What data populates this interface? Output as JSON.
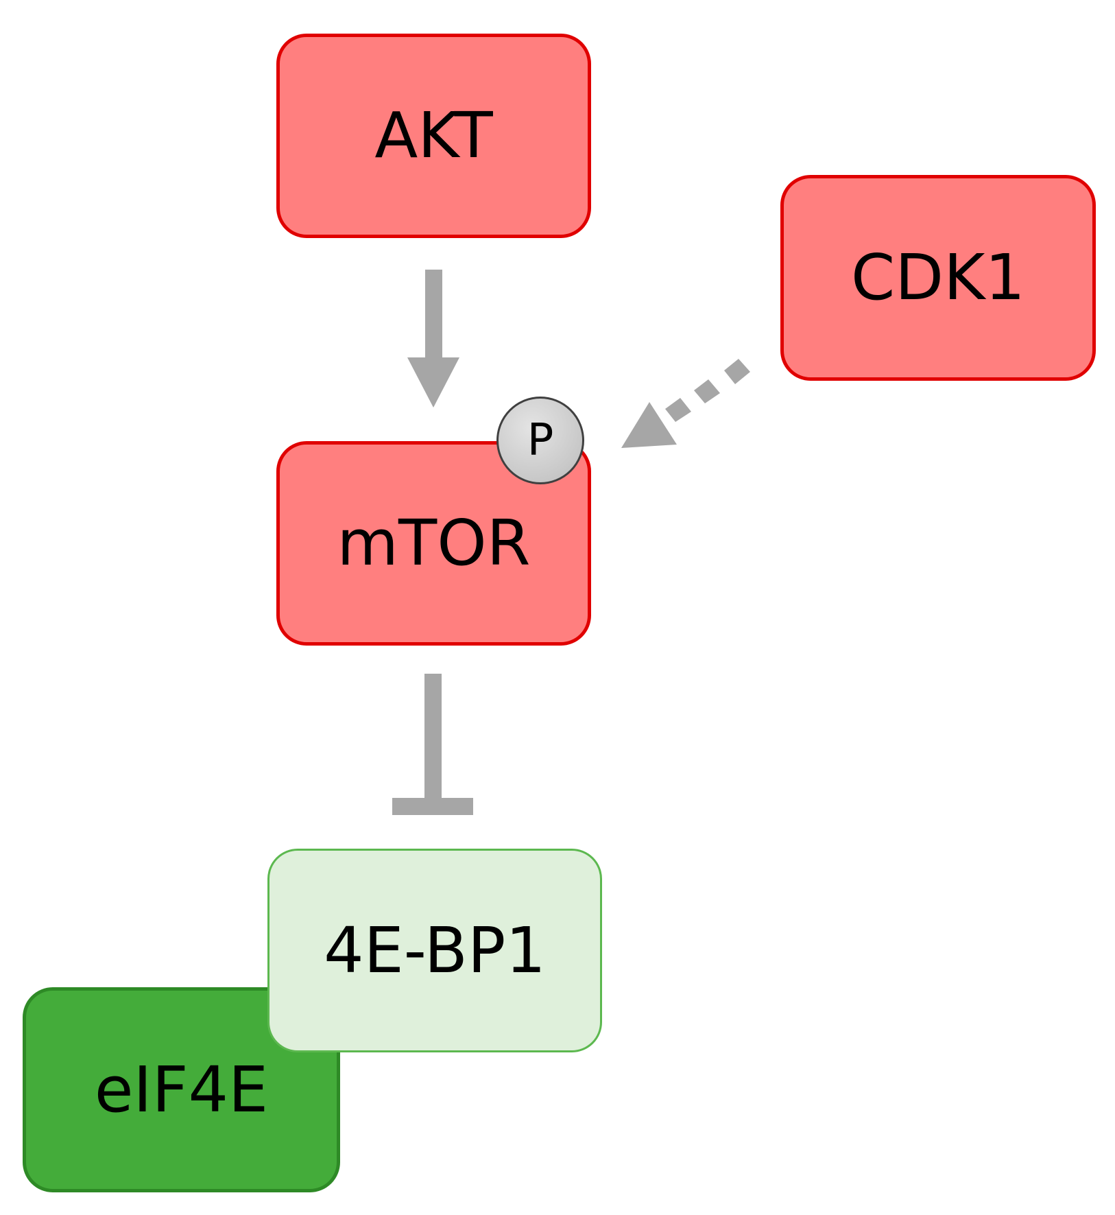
{
  "nodes": {
    "akt": {
      "label": "AKT"
    },
    "cdk1": {
      "label": "CDK1"
    },
    "mtor": {
      "label": "mTOR",
      "modification": "P"
    },
    "fourebp1": {
      "label": "4E-BP1"
    },
    "eif4e": {
      "label": "eIF4E"
    }
  },
  "edges": [
    {
      "from": "AKT",
      "to": "mTOR",
      "type": "activation",
      "style": "solid"
    },
    {
      "from": "CDK1",
      "to": "mTOR",
      "type": "activation",
      "style": "dotted"
    },
    {
      "from": "mTOR",
      "to": "4E-BP1",
      "type": "inhibition",
      "style": "solid"
    }
  ],
  "colors": {
    "kinase_fill": "#ff7f7f",
    "kinase_border": "#e00000",
    "fourebp1_fill": "#dff0db",
    "fourebp1_border": "#5cb84f",
    "eif4e_fill": "#44ac3a",
    "eif4e_border": "#2e8a26",
    "edge": "#a6a6a6",
    "text": "#000000"
  }
}
